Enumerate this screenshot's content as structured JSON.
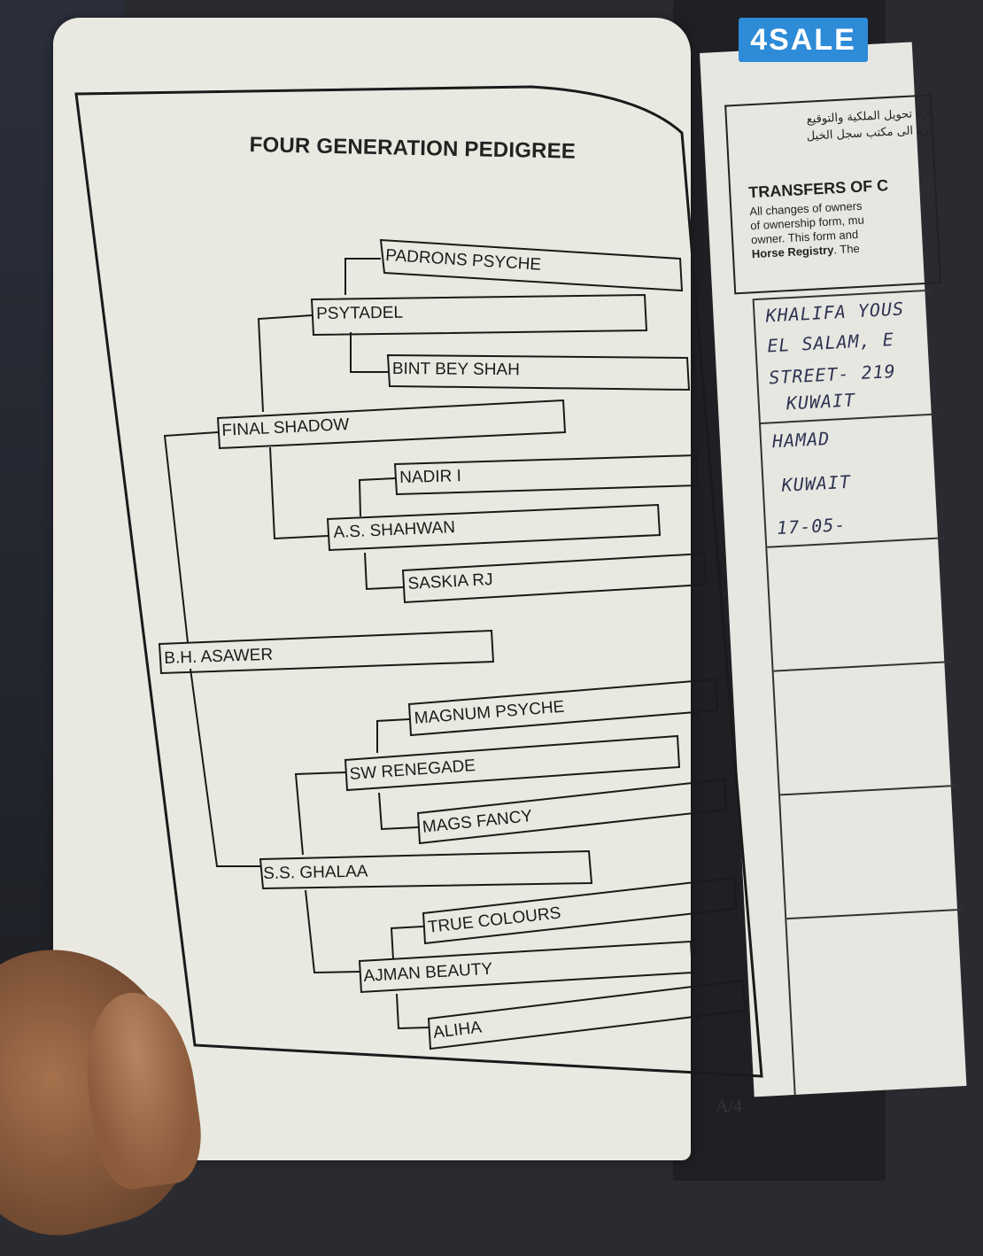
{
  "watermark": "4SALE",
  "pedigree": {
    "title": "FOUR GENERATION PEDIGREE",
    "subject": "B.H. ASAWER",
    "sire": "FINAL SHADOW",
    "dam": "S.S. GHALAA",
    "sire_sire": "PSYTADEL",
    "sire_dam": "A.S. SHAHWAN",
    "dam_sire": "SW RENEGADE",
    "dam_dam": "AJMAN BEAUTY",
    "gen4": [
      "PADRONS PSYCHE",
      "BINT BEY SHAH",
      "NADIR I",
      "SASKIA RJ",
      "MAGNUM PSYCHE",
      "MAGS FANCY",
      "TRUE COLOURS",
      "ALIHA"
    ],
    "page_number": "A/4"
  },
  "right_page": {
    "arabic_line1": "ارة تحويل الملكية والتوقيع",
    "arabic_line2": "ارة الى مكتب سجل الخيل",
    "heading": "TRANSFERS OF C",
    "text_lines": [
      "All changes of owners",
      "of ownership form, mu",
      "owner. This form and"
    ],
    "text_bold": "Horse Registry",
    "text_tail": ". The",
    "handwriting": [
      "KHALIFA YOUS",
      "EL SALAM, E",
      "STREET- 219",
      "KUWAIT",
      "HAMAD",
      "KUWAIT",
      "17-05-"
    ]
  }
}
